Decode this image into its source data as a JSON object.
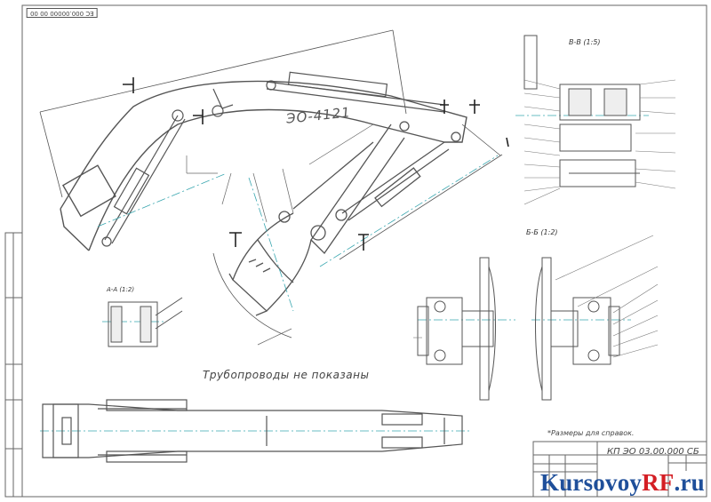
{
  "drawing": {
    "stamp_top": "ЕС 000.00000 00 00",
    "model_label": "ЭО-4121",
    "section_vv": "В-В (1:5)",
    "section_bb": "Б-Б (1:2)",
    "section_aa": "А-А (1:2)",
    "note_text": "Трубопроводы не показаны",
    "reference_note": "*Размеры для справок.",
    "doc_code": "КП ЭО 03.00.000 СБ"
  },
  "watermark": {
    "main": "Kursovoy",
    "accent": "RF",
    "tld": ".ru"
  },
  "colors": {
    "line": "#5a5a5a",
    "centerline": "#3aa7b0",
    "brand_blue": "#1f4f9a",
    "brand_red": "#d41f25"
  }
}
